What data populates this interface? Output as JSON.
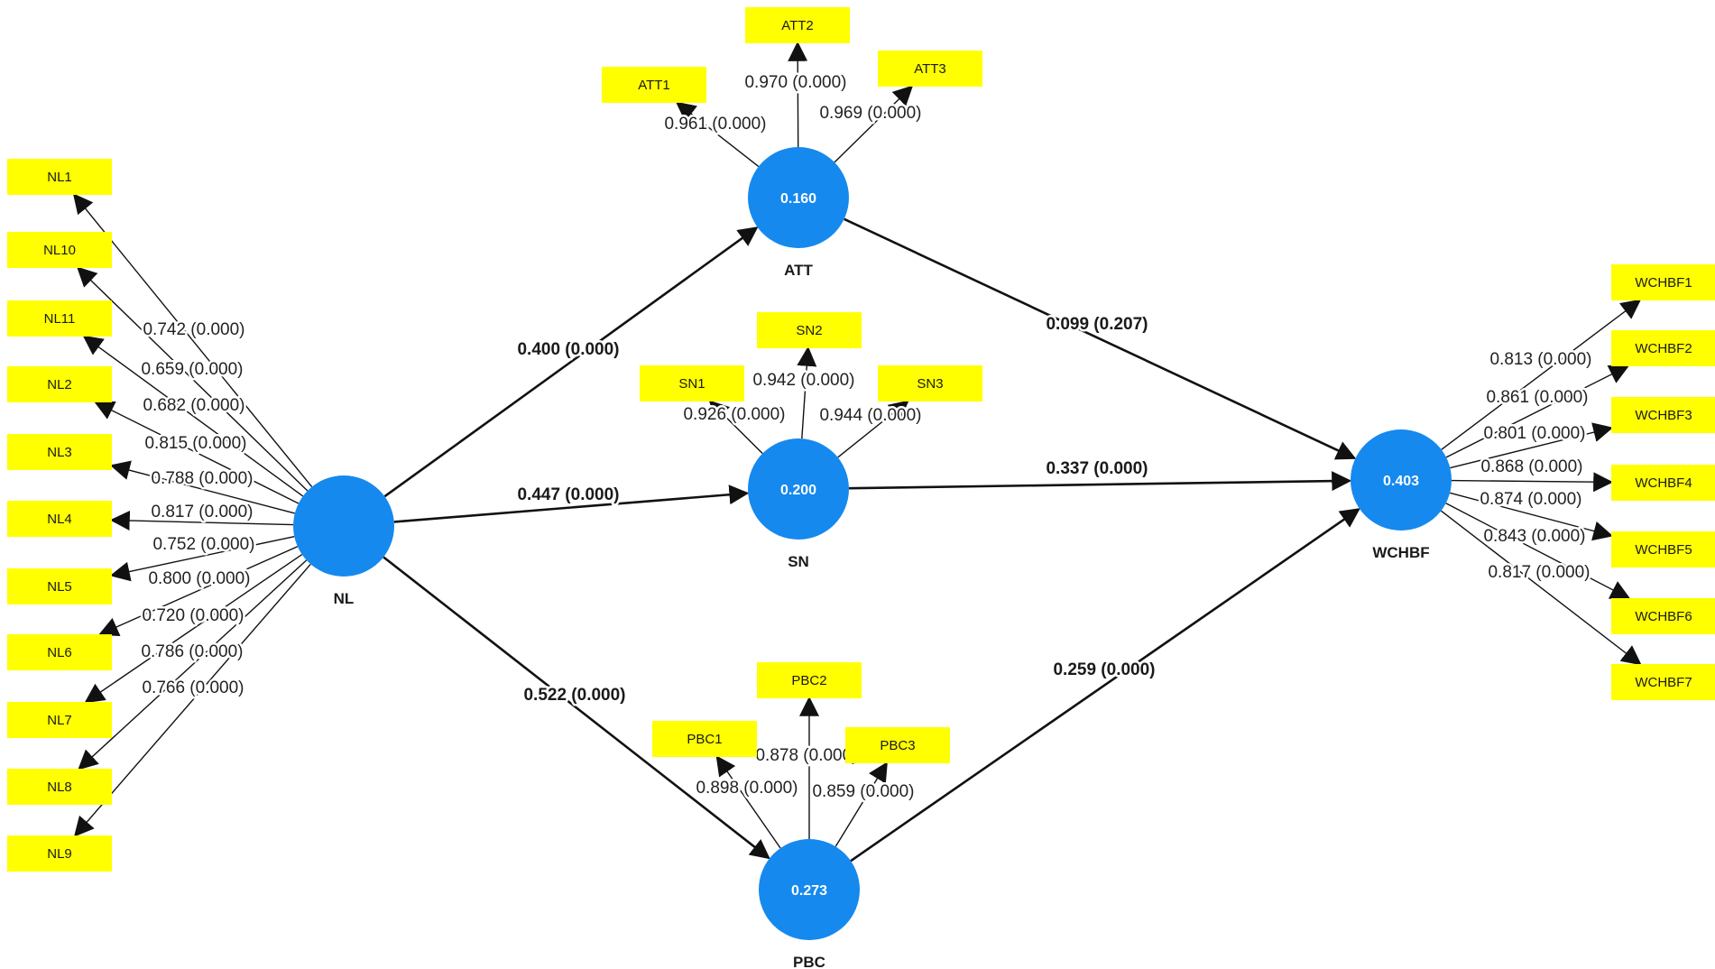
{
  "colors": {
    "construct_fill": "#1589ee",
    "indicator_fill": "#ffff00",
    "arrow": "#111111",
    "background": "#ffffff"
  },
  "constructs": [
    {
      "id": "NL",
      "name": "NL",
      "value": ""
    },
    {
      "id": "ATT",
      "name": "ATT",
      "value": "0.160"
    },
    {
      "id": "SN",
      "name": "SN",
      "value": "0.200"
    },
    {
      "id": "PBC",
      "name": "PBC",
      "value": "0.273"
    },
    {
      "id": "WCHBF",
      "name": "WCHBF",
      "value": "0.403"
    }
  ],
  "indicators": [
    {
      "id": "NL1",
      "construct": "NL",
      "loading": "0.742 (0.000)"
    },
    {
      "id": "NL10",
      "construct": "NL",
      "loading": "0.659 (0.000)"
    },
    {
      "id": "NL11",
      "construct": "NL",
      "loading": "0.682 (0.000)"
    },
    {
      "id": "NL2",
      "construct": "NL",
      "loading": "0.815 (0.000)"
    },
    {
      "id": "NL3",
      "construct": "NL",
      "loading": "0.788 (0.000)"
    },
    {
      "id": "NL4",
      "construct": "NL",
      "loading": "0.817 (0.000)"
    },
    {
      "id": "NL5",
      "construct": "NL",
      "loading": "0.752 (0.000)"
    },
    {
      "id": "NL6",
      "construct": "NL",
      "loading": "0.800 (0.000)"
    },
    {
      "id": "NL7",
      "construct": "NL",
      "loading": "0.720 (0.000)"
    },
    {
      "id": "NL8",
      "construct": "NL",
      "loading": "0.786 (0.000)"
    },
    {
      "id": "NL9",
      "construct": "NL",
      "loading": "0.766 (0.000)"
    },
    {
      "id": "ATT1",
      "construct": "ATT",
      "loading": "0.961 (0.000)"
    },
    {
      "id": "ATT2",
      "construct": "ATT",
      "loading": "0.970 (0.000)"
    },
    {
      "id": "ATT3",
      "construct": "ATT",
      "loading": "0.969 (0.000)"
    },
    {
      "id": "SN1",
      "construct": "SN",
      "loading": "0.926 (0.000)"
    },
    {
      "id": "SN2",
      "construct": "SN",
      "loading": "0.942 (0.000)"
    },
    {
      "id": "SN3",
      "construct": "SN",
      "loading": "0.944 (0.000)"
    },
    {
      "id": "PBC1",
      "construct": "PBC",
      "loading": "0.898 (0.000)"
    },
    {
      "id": "PBC2",
      "construct": "PBC",
      "loading": "0.878 (0.000)"
    },
    {
      "id": "PBC3",
      "construct": "PBC",
      "loading": "0.859 (0.000)"
    },
    {
      "id": "WCHBF1",
      "construct": "WCHBF",
      "loading": "0.813 (0.000)"
    },
    {
      "id": "WCHBF2",
      "construct": "WCHBF",
      "loading": "0.861 (0.000)"
    },
    {
      "id": "WCHBF3",
      "construct": "WCHBF",
      "loading": "0.801 (0.000)"
    },
    {
      "id": "WCHBF4",
      "construct": "WCHBF",
      "loading": "0.868 (0.000)"
    },
    {
      "id": "WCHBF5",
      "construct": "WCHBF",
      "loading": "0.874 (0.000)"
    },
    {
      "id": "WCHBF6",
      "construct": "WCHBF",
      "loading": "0.843 (0.000)"
    },
    {
      "id": "WCHBF7",
      "construct": "WCHBF",
      "loading": "0.817 (0.000)"
    }
  ],
  "paths": [
    {
      "from": "NL",
      "to": "ATT",
      "coefficient": "0.400 (0.000)"
    },
    {
      "from": "NL",
      "to": "SN",
      "coefficient": "0.447 (0.000)"
    },
    {
      "from": "NL",
      "to": "PBC",
      "coefficient": "0.522 (0.000)"
    },
    {
      "from": "ATT",
      "to": "WCHBF",
      "coefficient": "0.099 (0.207)"
    },
    {
      "from": "SN",
      "to": "WCHBF",
      "coefficient": "0.337 (0.000)"
    },
    {
      "from": "PBC",
      "to": "WCHBF",
      "coefficient": "0.259 (0.000)"
    }
  ]
}
